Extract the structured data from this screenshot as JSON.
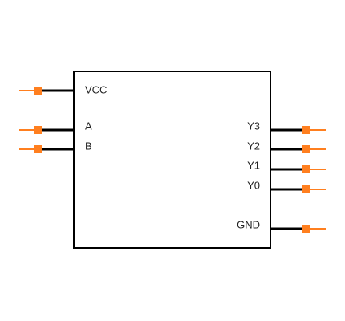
{
  "component": {
    "body_color": "#000000",
    "pin_color": "#000000",
    "connector_color": "#ff7f1f"
  },
  "pins": {
    "left": [
      {
        "name": "VCC",
        "icon": "pin-connector-icon"
      },
      {
        "name": "A",
        "icon": "pin-connector-icon"
      },
      {
        "name": "B",
        "icon": "pin-connector-icon"
      }
    ],
    "right": [
      {
        "name": "Y3",
        "icon": "pin-connector-icon"
      },
      {
        "name": "Y2",
        "icon": "pin-connector-icon"
      },
      {
        "name": "Y1",
        "icon": "pin-connector-icon"
      },
      {
        "name": "Y0",
        "icon": "pin-connector-icon"
      },
      {
        "name": "GND",
        "icon": "pin-connector-icon"
      }
    ]
  }
}
